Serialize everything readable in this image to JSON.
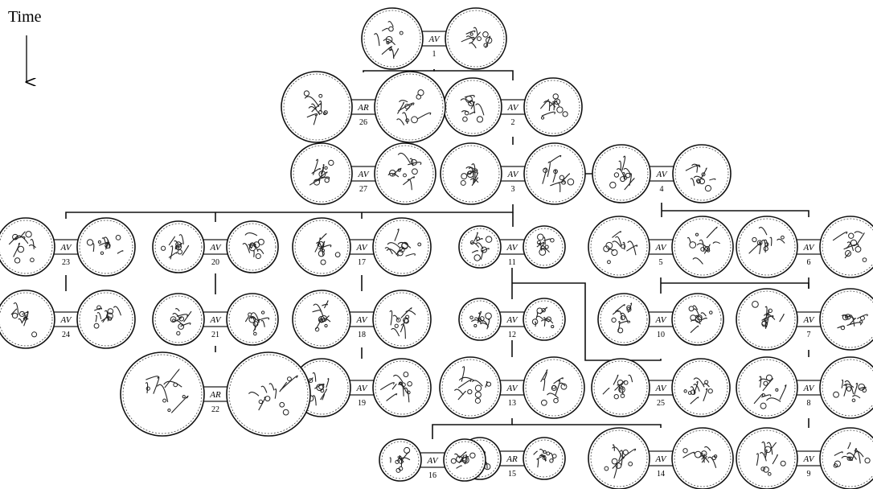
{
  "axis": {
    "label": "Time"
  },
  "coins": [
    {
      "id": "1",
      "metal": "AV"
    },
    {
      "id": "2",
      "metal": "AV"
    },
    {
      "id": "3",
      "metal": "AV"
    },
    {
      "id": "4",
      "metal": "AV"
    },
    {
      "id": "5",
      "metal": "AV"
    },
    {
      "id": "6",
      "metal": "AV"
    },
    {
      "id": "7",
      "metal": "AV"
    },
    {
      "id": "8",
      "metal": "AV"
    },
    {
      "id": "9",
      "metal": "AV"
    },
    {
      "id": "10",
      "metal": "AV"
    },
    {
      "id": "11",
      "metal": "AV"
    },
    {
      "id": "12",
      "metal": "AV"
    },
    {
      "id": "13",
      "metal": "AV"
    },
    {
      "id": "14",
      "metal": "AV"
    },
    {
      "id": "15",
      "metal": "AR"
    },
    {
      "id": "16",
      "metal": "AV"
    },
    {
      "id": "17",
      "metal": "AV"
    },
    {
      "id": "18",
      "metal": "AV"
    },
    {
      "id": "19",
      "metal": "AV"
    },
    {
      "id": "20",
      "metal": "AV"
    },
    {
      "id": "21",
      "metal": "AV"
    },
    {
      "id": "22",
      "metal": "AR"
    },
    {
      "id": "23",
      "metal": "AV"
    },
    {
      "id": "24",
      "metal": "AV"
    },
    {
      "id": "25",
      "metal": "AV"
    },
    {
      "id": "26",
      "metal": "AR"
    },
    {
      "id": "27",
      "metal": "AV"
    }
  ],
  "links": [
    [
      "1",
      "2"
    ],
    [
      "1",
      "26"
    ],
    [
      "26",
      "27"
    ],
    [
      "2",
      "3"
    ],
    [
      "3",
      "4"
    ],
    [
      "3",
      "23"
    ],
    [
      "3",
      "20"
    ],
    [
      "3",
      "17"
    ],
    [
      "3",
      "11"
    ],
    [
      "4",
      "5"
    ],
    [
      "4",
      "6"
    ],
    [
      "23",
      "24"
    ],
    [
      "20",
      "21"
    ],
    [
      "21",
      "22"
    ],
    [
      "17",
      "18"
    ],
    [
      "18",
      "19"
    ],
    [
      "11",
      "12"
    ],
    [
      "12",
      "13"
    ],
    [
      "13",
      "16"
    ],
    [
      "13",
      "14"
    ],
    [
      "16",
      "15"
    ],
    [
      "11",
      "25"
    ],
    [
      "5",
      "10"
    ],
    [
      "5",
      "7"
    ],
    [
      "6",
      "7"
    ],
    [
      "7",
      "8"
    ],
    [
      "8",
      "9"
    ]
  ]
}
